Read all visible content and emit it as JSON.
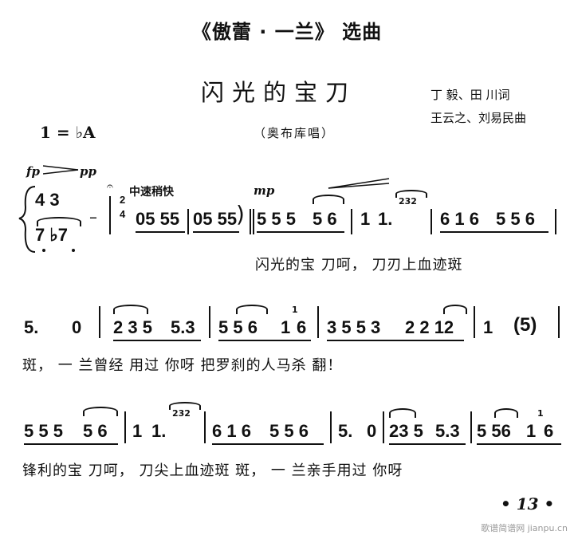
{
  "header": {
    "book_title": "《傲蕾 · 一兰》 选曲",
    "song_title": "闪光的宝刀",
    "lyricist": "丁  毅、田  川词",
    "composer": "王云之、刘易民曲",
    "key": "1 = ♭A",
    "singer": "（奥布库唱）"
  },
  "intro": {
    "dynamic_fp": "fp",
    "dynamic_pp": "pp",
    "tempo": "中速稍快",
    "dynamic_mp": "mp",
    "time_num": "2",
    "time_den": "4",
    "chord_top": "4  3",
    "chord_bot": "7 ♭7"
  },
  "line1": {
    "notes": [
      "05 55",
      "05 55",
      "5 5 5",
      "5 6",
      "1",
      "1.",
      "6 1 6",
      "5 5 6"
    ],
    "grace": "232",
    "lyrics": "闪光的宝    刀呵，    刀刃上血迹斑"
  },
  "line2": {
    "notes": [
      "5.",
      "0",
      "2 3 5",
      "5.3",
      "5 5 6",
      "1",
      "6",
      "3 5 5 3",
      "2 2 12",
      "1",
      "(5)"
    ],
    "grace": "1",
    "lyrics": "斑，         一  兰曾经  用过  你呀  把罗刹的人马杀    翻！"
  },
  "line3": {
    "notes": [
      "5 5 5",
      "5 6",
      "1",
      "1.",
      "6 1 6",
      "5 5 6",
      "5.",
      "0",
      "23 5",
      "5.3",
      "5 56",
      "1",
      "6"
    ],
    "grace": "232",
    "grace2": "1",
    "lyrics": "锋利的宝    刀呵，    刀尖上血迹斑 斑，  一  兰亲手用过  你呀"
  },
  "footer": {
    "page_number": "• 13 •",
    "watermark": "歌谱简谱网 jianpu.cn"
  }
}
